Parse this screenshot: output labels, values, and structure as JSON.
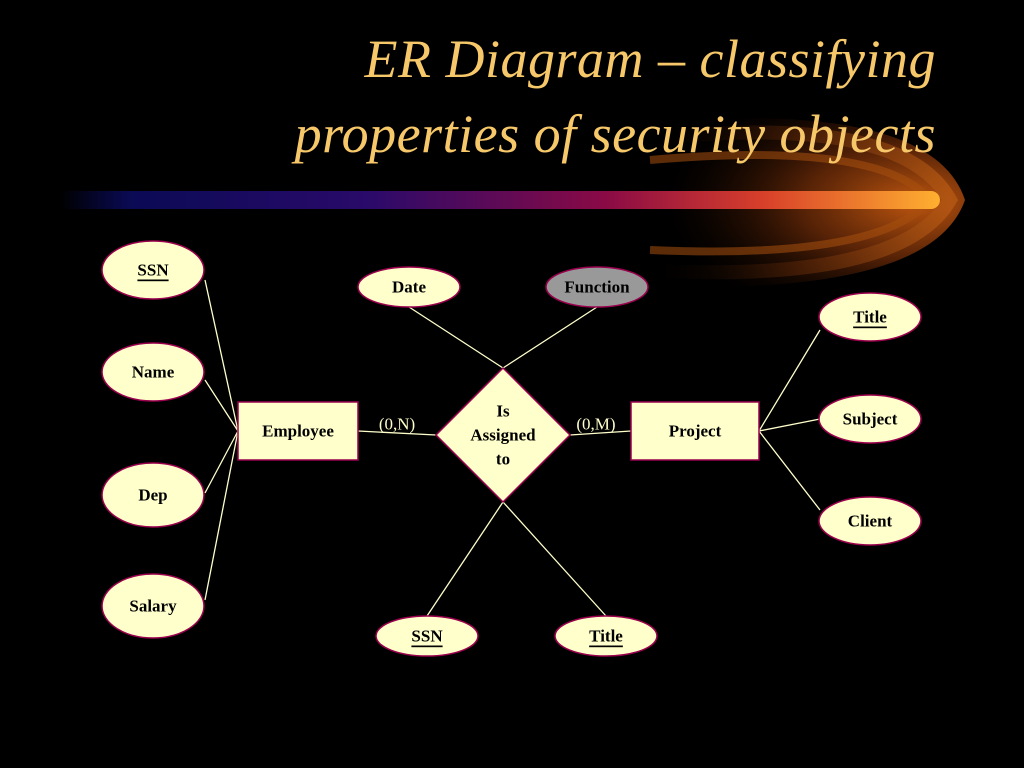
{
  "slide": {
    "title_line1": "ER Diagram – classifying",
    "title_line2": "properties of security objects"
  },
  "colors": {
    "background": "#000000",
    "title": "#f7c86a",
    "shape_fill": "#ffffcc",
    "shape_stroke": "#99004d",
    "highlight_fill": "#999999",
    "connector": "#ffffcc",
    "label_text": "#000000",
    "cardinality_text": "#ffffcc"
  },
  "diagram": {
    "entities": [
      {
        "id": "employee",
        "label": "Employee"
      },
      {
        "id": "project",
        "label": "Project"
      }
    ],
    "relationship": {
      "id": "is-assigned-to",
      "lines": [
        "Is",
        "Assigned",
        "to"
      ]
    },
    "attributes": [
      {
        "id": "employee-ssn",
        "label": "SSN",
        "key": true,
        "highlight": false,
        "owner": "employee"
      },
      {
        "id": "employee-name",
        "label": "Name",
        "key": false,
        "highlight": false,
        "owner": "employee"
      },
      {
        "id": "employee-dep",
        "label": "Dep",
        "key": false,
        "highlight": false,
        "owner": "employee"
      },
      {
        "id": "employee-salary",
        "label": "Salary",
        "key": false,
        "highlight": false,
        "owner": "employee"
      },
      {
        "id": "rel-date",
        "label": "Date",
        "key": false,
        "highlight": false,
        "owner": "is-assigned-to"
      },
      {
        "id": "rel-function",
        "label": "Function",
        "key": false,
        "highlight": true,
        "owner": "is-assigned-to"
      },
      {
        "id": "rel-ssn",
        "label": "SSN",
        "key": true,
        "highlight": false,
        "owner": "is-assigned-to"
      },
      {
        "id": "rel-title",
        "label": "Title",
        "key": true,
        "highlight": false,
        "owner": "is-assigned-to"
      },
      {
        "id": "project-title",
        "label": "Title",
        "key": true,
        "highlight": false,
        "owner": "project"
      },
      {
        "id": "project-subject",
        "label": "Subject",
        "key": false,
        "highlight": false,
        "owner": "project"
      },
      {
        "id": "project-client",
        "label": "Client",
        "key": false,
        "highlight": false,
        "owner": "project"
      }
    ],
    "cardinalities": [
      {
        "id": "card-employee",
        "label": "(0,N)"
      },
      {
        "id": "card-project",
        "label": "(0,M)"
      }
    ]
  }
}
